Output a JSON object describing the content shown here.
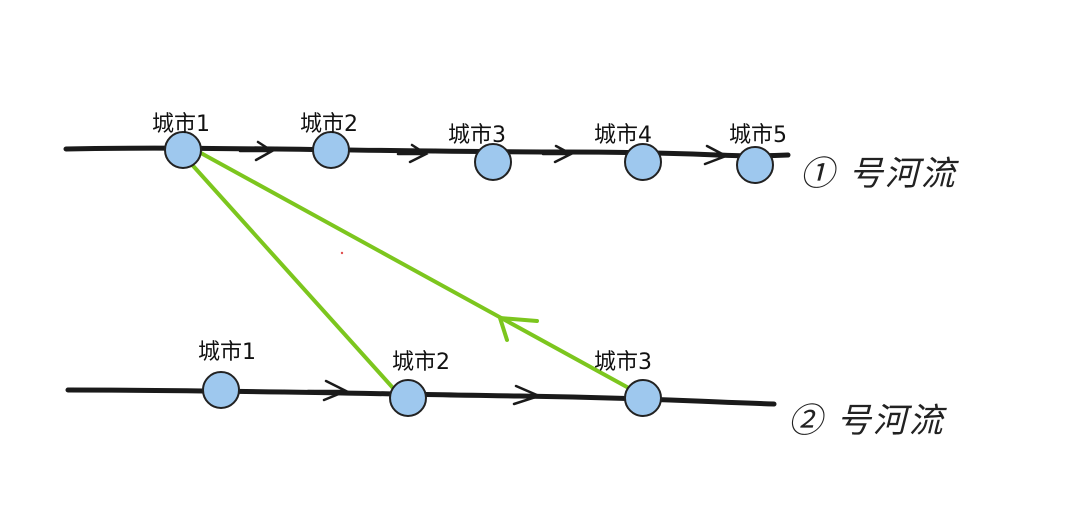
{
  "rivers": [
    {
      "label": "① 号河流",
      "cities": [
        {
          "label": "城市1"
        },
        {
          "label": "城市2"
        },
        {
          "label": "城市3"
        },
        {
          "label": "城市4"
        },
        {
          "label": "城市5"
        }
      ]
    },
    {
      "label": "② 号河流",
      "cities": [
        {
          "label": "城市1"
        },
        {
          "label": "城市2"
        },
        {
          "label": "城市3"
        }
      ]
    }
  ],
  "colors": {
    "river": "#1a1a1a",
    "node_fill": "#9ec8ee",
    "node_stroke": "#222222",
    "connector": "#7cc61e"
  }
}
